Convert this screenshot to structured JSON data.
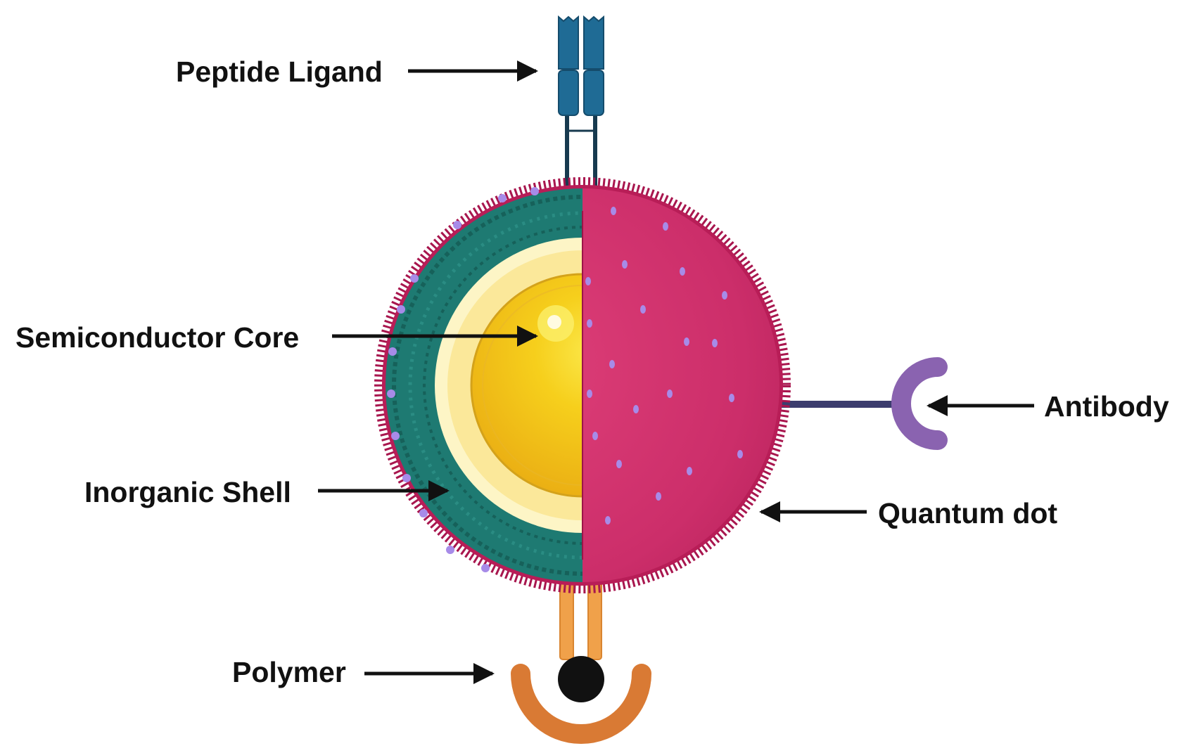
{
  "labels": {
    "peptide_ligand": "Peptide Ligand",
    "semiconductor_core": "Semiconductor Core",
    "inorganic_shell": "Inorganic Shell",
    "polymer": "Polymer",
    "antibody": "Antibody",
    "quantum_dot": "Quantum dot"
  },
  "colors": {
    "polymer_coat": "#1e7a72",
    "quantum_dot_surface": "#cc2e6a",
    "surface_fringe": "#a8164e",
    "purple_dots": "#a78be8",
    "shell_light": "#fdf5c6",
    "core_yellow": "#f2bb16",
    "peptide_blue": "#1f6b95",
    "antibody_purple": "#8a63b0",
    "polymer_orange": "#f0a14a",
    "polymer_cup": "#d97a34",
    "arrow": "#111111"
  }
}
